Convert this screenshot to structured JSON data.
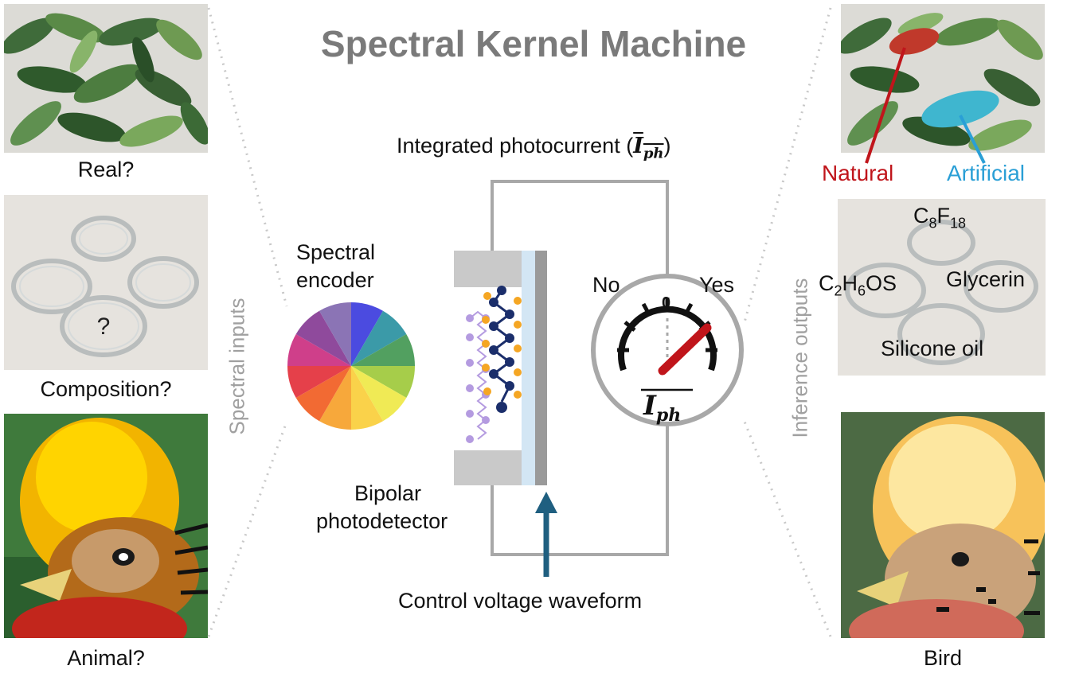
{
  "title": "Spectral Kernel Machine",
  "left_panel": {
    "axis_label": "Spectral inputs",
    "items": [
      {
        "caption": "Real?"
      },
      {
        "caption": "Composition?",
        "mark": "?"
      },
      {
        "caption": "Animal?"
      }
    ]
  },
  "center": {
    "encoder_label_1": "Spectral",
    "encoder_label_2": "encoder",
    "photocurrent_label": "Integrated photocurrent (",
    "photocurrent_symbol": "I",
    "photocurrent_sub": "ph",
    "photocurrent_close": ")",
    "detector_label_1": "Bipolar",
    "detector_label_2": "photodetector",
    "control_label": "Control voltage waveform",
    "meter": {
      "no": "No",
      "yes": "Yes",
      "zero": "0",
      "symbol": "I",
      "sub": "ph"
    }
  },
  "right_panel": {
    "axis_label": "Inference outputs",
    "leaves": {
      "natural": "Natural",
      "artificial": "Artificial"
    },
    "chemicals": {
      "c8f18": {
        "a": "C",
        "b": "8",
        "c": "F",
        "d": "18"
      },
      "c2h6os": {
        "a": "C",
        "b": "2",
        "c": "H",
        "d": "6",
        "e": "OS"
      },
      "glycerin": "Glycerin",
      "silicone": "Silicone oil"
    },
    "bird_caption": "Bird"
  },
  "colors": {
    "natural": "#c0151b",
    "artificial": "#2a9fd6",
    "arrow": "#1f5f80",
    "wire": "#a8a8a8",
    "title": "#7a7a7a"
  }
}
